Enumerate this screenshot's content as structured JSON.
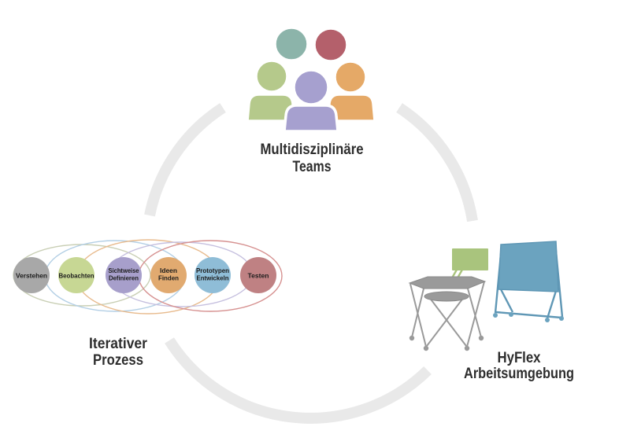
{
  "titles": {
    "teams": {
      "lines": [
        "Multidisziplinäre",
        "Teams"
      ]
    },
    "process": {
      "lines": [
        "Iterativer",
        "Prozess"
      ]
    },
    "hyflex": {
      "lines": [
        "HyFlex",
        "Arbeitsumgebung"
      ]
    }
  },
  "text_color": "#2d2d2d",
  "ring_color": "#e9e9e9",
  "teams_graphic": {
    "members": [
      {
        "name": "teal",
        "color": "#8cb4aa"
      },
      {
        "name": "red",
        "color": "#b4606b"
      },
      {
        "name": "green",
        "color": "#b5c98b"
      },
      {
        "name": "orange",
        "color": "#e5a967"
      },
      {
        "name": "purple",
        "color": "#a6a0cf"
      }
    ]
  },
  "process_graphic": {
    "step_label_color": "#1c1c1c",
    "steps": [
      {
        "lines": [
          "Verstehen"
        ],
        "color": "#a8a8a8"
      },
      {
        "lines": [
          "Beobachten"
        ],
        "color": "#c7d794"
      },
      {
        "lines": [
          "Sichtweise",
          "Definieren"
        ],
        "color": "#a79fcb"
      },
      {
        "lines": [
          "Ideen",
          "Finden"
        ],
        "color": "#e1aa70"
      },
      {
        "lines": [
          "Prototypen",
          "Entwickeln"
        ],
        "color": "#8fbdd7"
      },
      {
        "lines": [
          "Testen"
        ],
        "color": "#bf8183"
      }
    ],
    "loop_colors": [
      "#c9cfb5",
      "#b3cfe5",
      "#e8bb8e",
      "#c6c0df",
      "#d69190"
    ]
  },
  "hyflex_graphic": {
    "table_color": "#9a9a9a",
    "table_outline": "#8a8a8a",
    "screen_color": "#a9c47d",
    "board_color": "#6ba3bf",
    "board_frame_color": "#5f97b5"
  }
}
